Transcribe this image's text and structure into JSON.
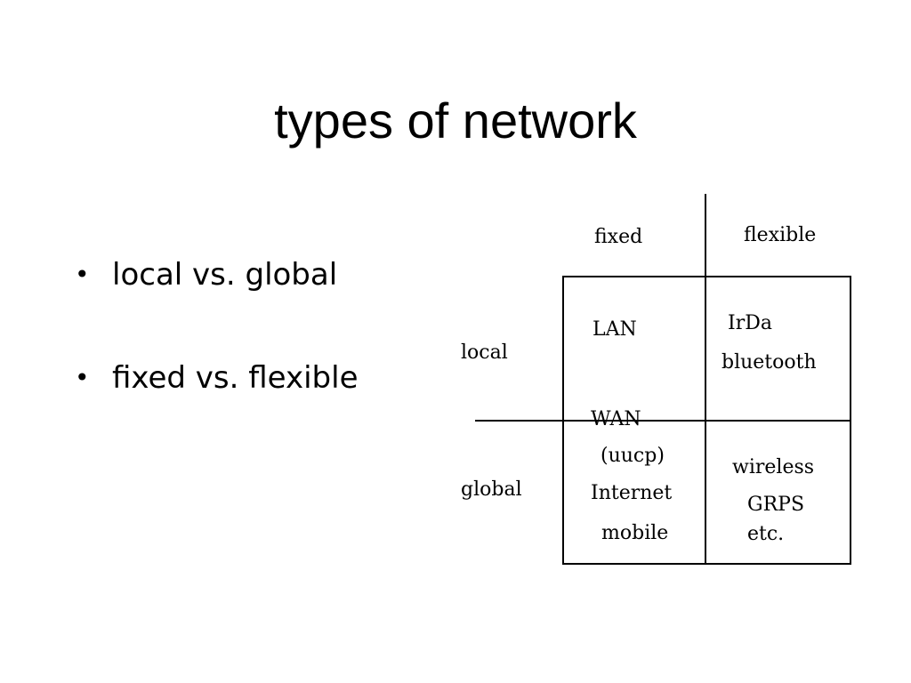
{
  "slide": {
    "title": "types of network",
    "bullets": [
      "local vs. global",
      "fixed vs. flexible"
    ]
  },
  "matrix": {
    "col_headers": [
      "fixed",
      "flexible"
    ],
    "row_headers": [
      "local",
      "global"
    ],
    "cells": {
      "local_fixed": [
        "LAN"
      ],
      "local_flexible": [
        "IrDa",
        "bluetooth"
      ],
      "global_fixed": [
        "WAN",
        "(uucp)",
        "Internet",
        "mobile"
      ],
      "global_flexible": [
        "wireless",
        "GRPS",
        "etc."
      ]
    }
  }
}
